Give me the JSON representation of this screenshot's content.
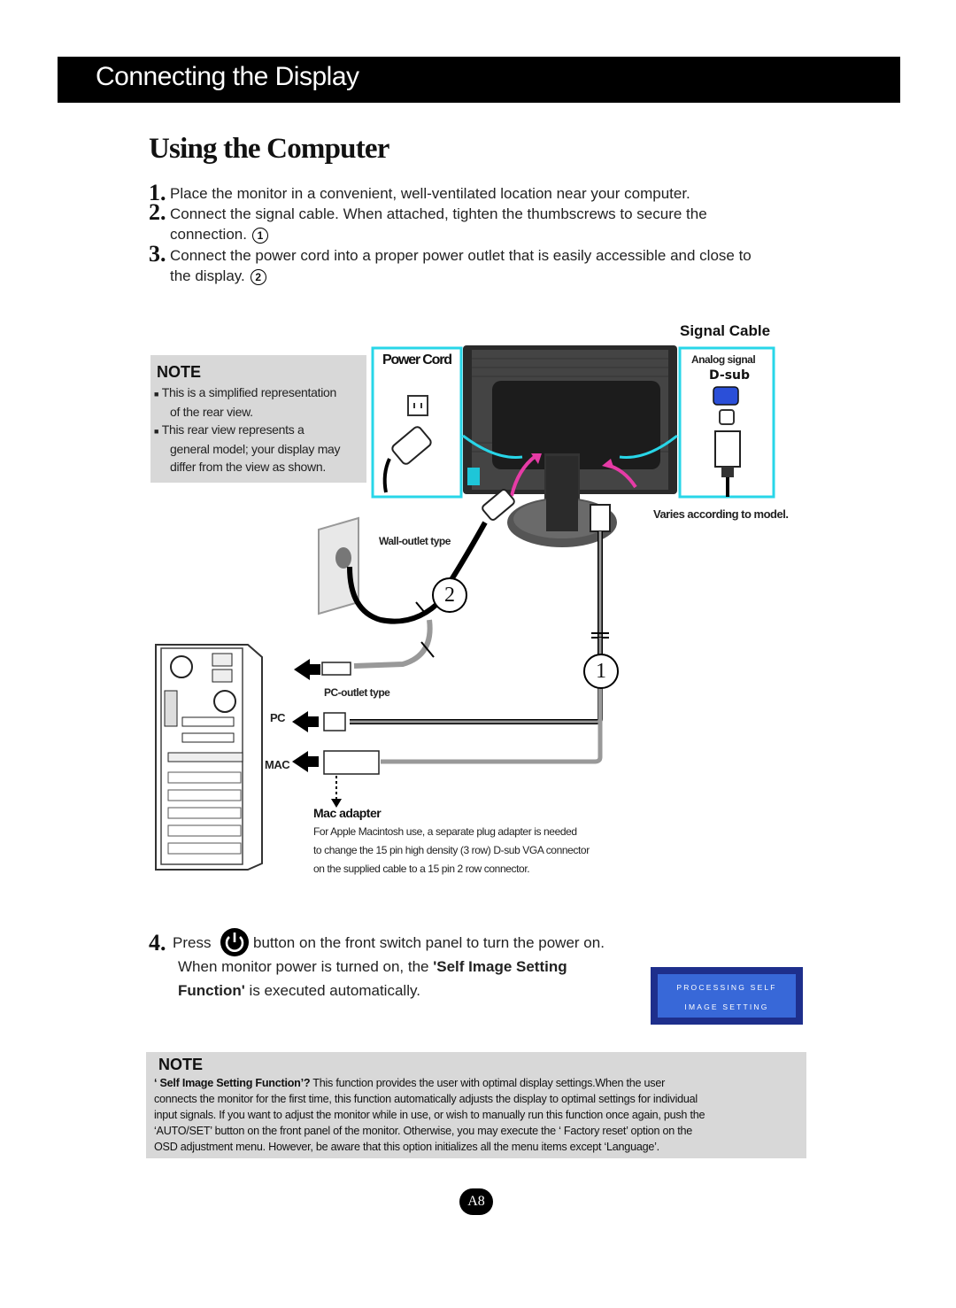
{
  "header": {
    "title": "Connecting the Display"
  },
  "section_title": "Using the Computer",
  "steps": [
    {
      "num": "1.",
      "text": "Place the monitor in a convenient, well-ventilated location near your computer."
    },
    {
      "num": "2.",
      "text": "Connect the signal cable. When attached, tighten the thumbscrews to secure the",
      "text2": "connection.",
      "ref": "1"
    },
    {
      "num": "3.",
      "text": "Connect the power cord into a proper power outlet  that is easily accessible and close to",
      "text2": "the display.",
      "ref": "2"
    }
  ],
  "note1": {
    "heading": "NOTE",
    "items": [
      [
        "This is a simplified representation",
        "of the rear view."
      ],
      [
        "This rear view represents a",
        "general model; your display may",
        "differ from the view as shown."
      ]
    ]
  },
  "diagram": {
    "power_cord_label": "Power Cord",
    "signal_cable_label": "Signal Cable",
    "analog_signal_label": "Analog signal",
    "dsub_label": "D-sub",
    "varies_label": "Varies according to model.",
    "wall_outlet_label": "Wall-outlet type",
    "pc_outlet_label": "PC-outlet type",
    "pc_label": "PC",
    "mac_label": "MAC",
    "callout_1": "1",
    "callout_2": "2",
    "mac_adapter_title": "Mac adapter",
    "mac_adapter_lines": [
      "For Apple Macintosh use, a  separate plug adapter is needed",
      "to change the 15 pin high density (3 row) D-sub VGA connector",
      "on the supplied cable to a 15 pin  2 row connector."
    ]
  },
  "step4": {
    "num": "4.",
    "press": "Press",
    "after_icon": "button on the front switch panel to turn the power on.",
    "line2_a": "When monitor power is turned on, the ",
    "line2_b": "'Self Image Setting",
    "line3_a": "Function'",
    "line3_b": " is executed automatically."
  },
  "osd": {
    "line1": "PROCESSING SELF",
    "line2": "IMAGE SETTING"
  },
  "note2": {
    "heading": "NOTE",
    "bold_lead": "‘ Self Image Setting Function’?",
    "lines": [
      " This function provides the user with optimal display settings.When the user",
      "connects the monitor for the first time, this function automatically adjusts the display to optimal settings for individual",
      "input signals. If you want to adjust the monitor while in use, or wish to manually run this function once again, push the",
      "‘AUTO/SET’ button on the front panel of the monitor. Otherwise, you may execute the ‘ Factory reset’ option on the",
      "OSD adjustment menu. However, be aware that this option initializes all the menu items except ‘Language’."
    ]
  },
  "page_number": "A8"
}
